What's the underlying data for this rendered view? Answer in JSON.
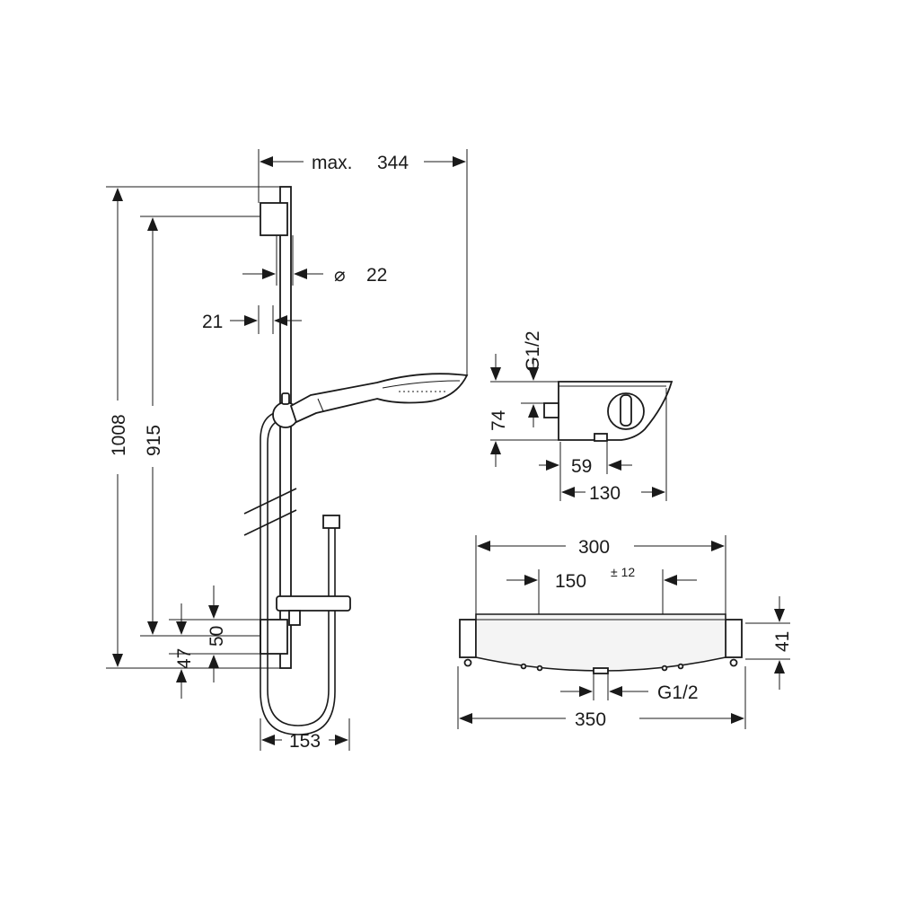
{
  "shower_set": {
    "max_reach": {
      "prefix": "max.",
      "value": "344"
    },
    "rail_diameter": {
      "symbol": "⌀",
      "value": "22"
    },
    "rail_depth": "21",
    "total_height": "1008",
    "bracket_distance": "915",
    "lower_offset_50": "50",
    "lower_offset_47": "47",
    "hose_width": "153"
  },
  "thermostat_side": {
    "connection": "G1/2",
    "height": "74",
    "outlet_offset": "59",
    "depth": "130"
  },
  "thermostat_front": {
    "width_body": "300",
    "connection_spacing": "150",
    "connection_tolerance": "± 12",
    "height": "41",
    "outlet_connection": "G1/2",
    "overall_width": "350"
  }
}
